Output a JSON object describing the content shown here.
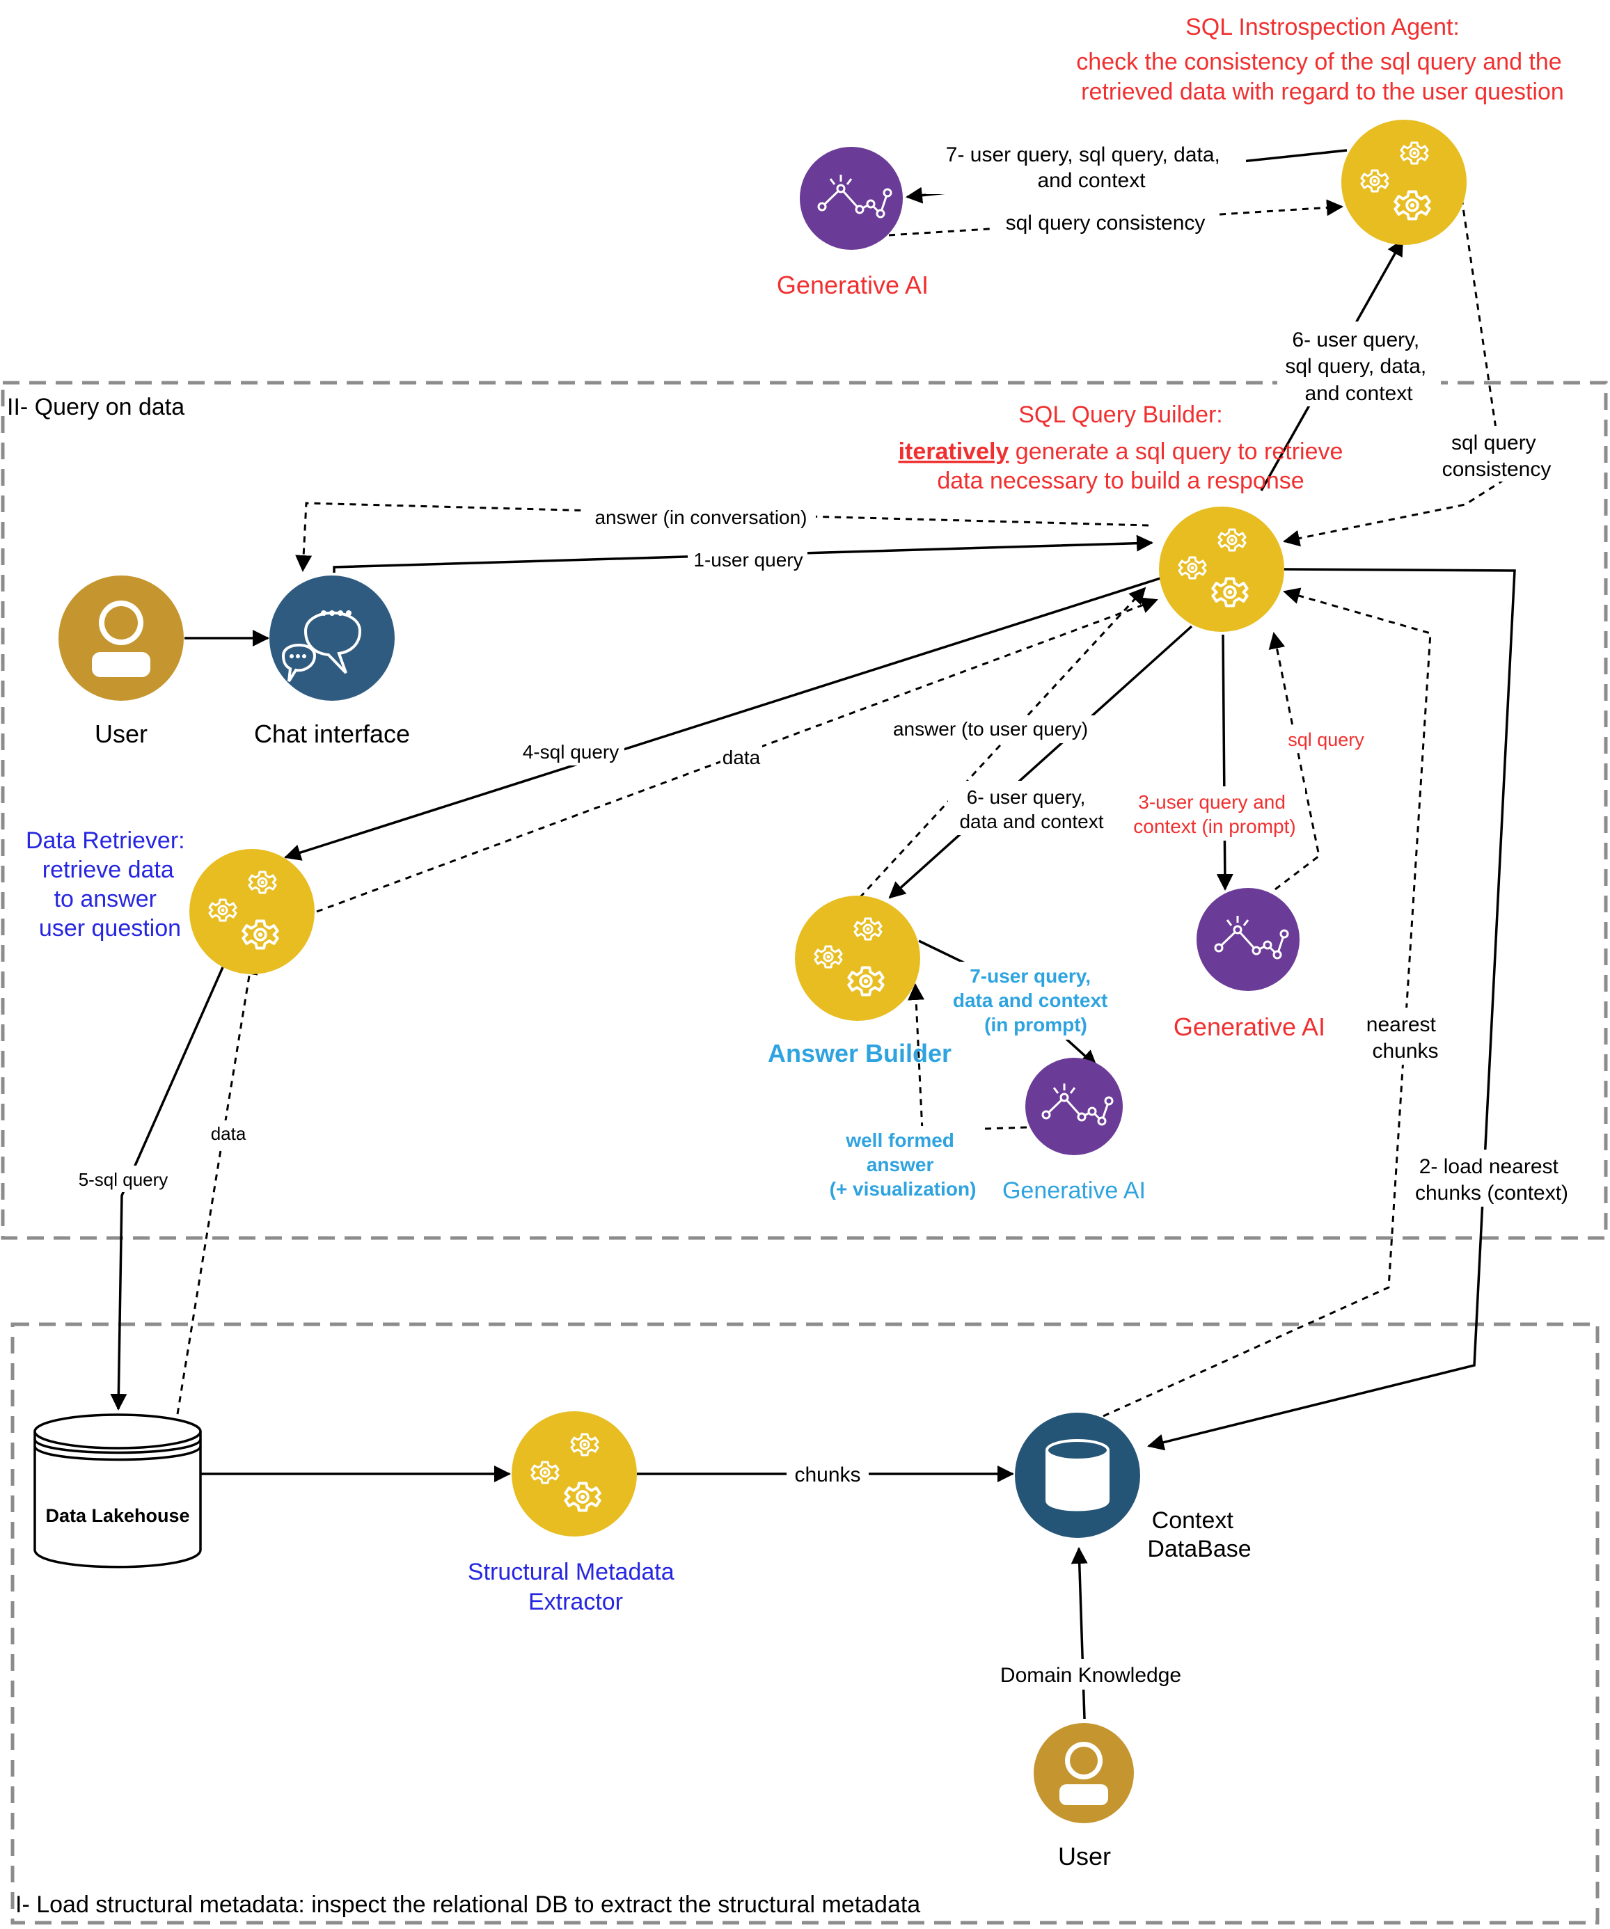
{
  "groups": {
    "query_on_data": "II- Query on data",
    "load_metadata": "I- Load structural metadata: inspect the relational DB to extract the structural metadata"
  },
  "nodes": {
    "user_top": "User",
    "chat_interface": "Chat interface",
    "sql_query_builder_title": "SQL Query Builder:",
    "sql_query_builder_emph": "iteratively",
    "sql_query_builder_desc1": " generate a sql query to retrieve",
    "sql_query_builder_desc2": "data necessary to build a response",
    "introspection_title": "SQL Instrospection Agent:",
    "introspection_desc1": "check the consistency of the sql query and the",
    "introspection_desc2": "retrieved data with regard to the user question",
    "genai_top": "Generative AI",
    "genai_red": "Generative AI",
    "genai_cyan": "Generative AI",
    "data_retriever_1": "Data Retriever:",
    "data_retriever_2": "retrieve data",
    "data_retriever_3": "to answer",
    "data_retriever_4": "user question",
    "answer_builder": "Answer Builder",
    "data_lakehouse": "Data Lakehouse",
    "structural_extractor_1": "Structural Metadata",
    "structural_extractor_2": "Extractor",
    "context_db_1": "Context",
    "context_db_2": "DataBase",
    "user_bottom": "User"
  },
  "edges": {
    "e7_query_1": "7- user query, sql query, data,",
    "e7_query_2": "and context",
    "sql_consistency_top": "sql query consistency",
    "e6_intro_1": "6- user query,",
    "e6_intro_2": "sql query, data,",
    "e6_intro_3": "and context",
    "sql_consistency_right_1": "sql query",
    "sql_consistency_right_2": "consistency",
    "answer_conversation": "answer (in conversation)",
    "user_query_1": "1-user query",
    "sql_query_4": "4-sql query",
    "data_mid": "data",
    "answer_to_user": "answer (to user query)",
    "e6_answer_1": "6- user query,",
    "e6_answer_2": "data and context",
    "e3_1": "3-user query and",
    "e3_2": "context (in prompt)",
    "sql_query_red": "sql query",
    "nearest_1": "nearest",
    "nearest_2": "chunks",
    "load_nearest_1": "2- load nearest",
    "load_nearest_2": "chunks (context)",
    "e7_answer_1": "7-user query,",
    "e7_answer_2": "data and context",
    "e7_answer_3": "(in prompt)",
    "well_formed_1": "well formed",
    "well_formed_2": "answer",
    "well_formed_3": "(+ visualization)",
    "sql_query_5": "5-sql query",
    "data_low": "data",
    "chunks": "chunks",
    "domain_knowledge": "Domain Knowledge"
  },
  "colors": {
    "agent": "#e8bd22",
    "genai": "#6a3b97",
    "chat": "#2f5b80",
    "database": "#245576",
    "user": "#c59630",
    "red_text": "#f03030",
    "blue_text": "#2626e0",
    "cyan_text": "#2ea3df"
  }
}
